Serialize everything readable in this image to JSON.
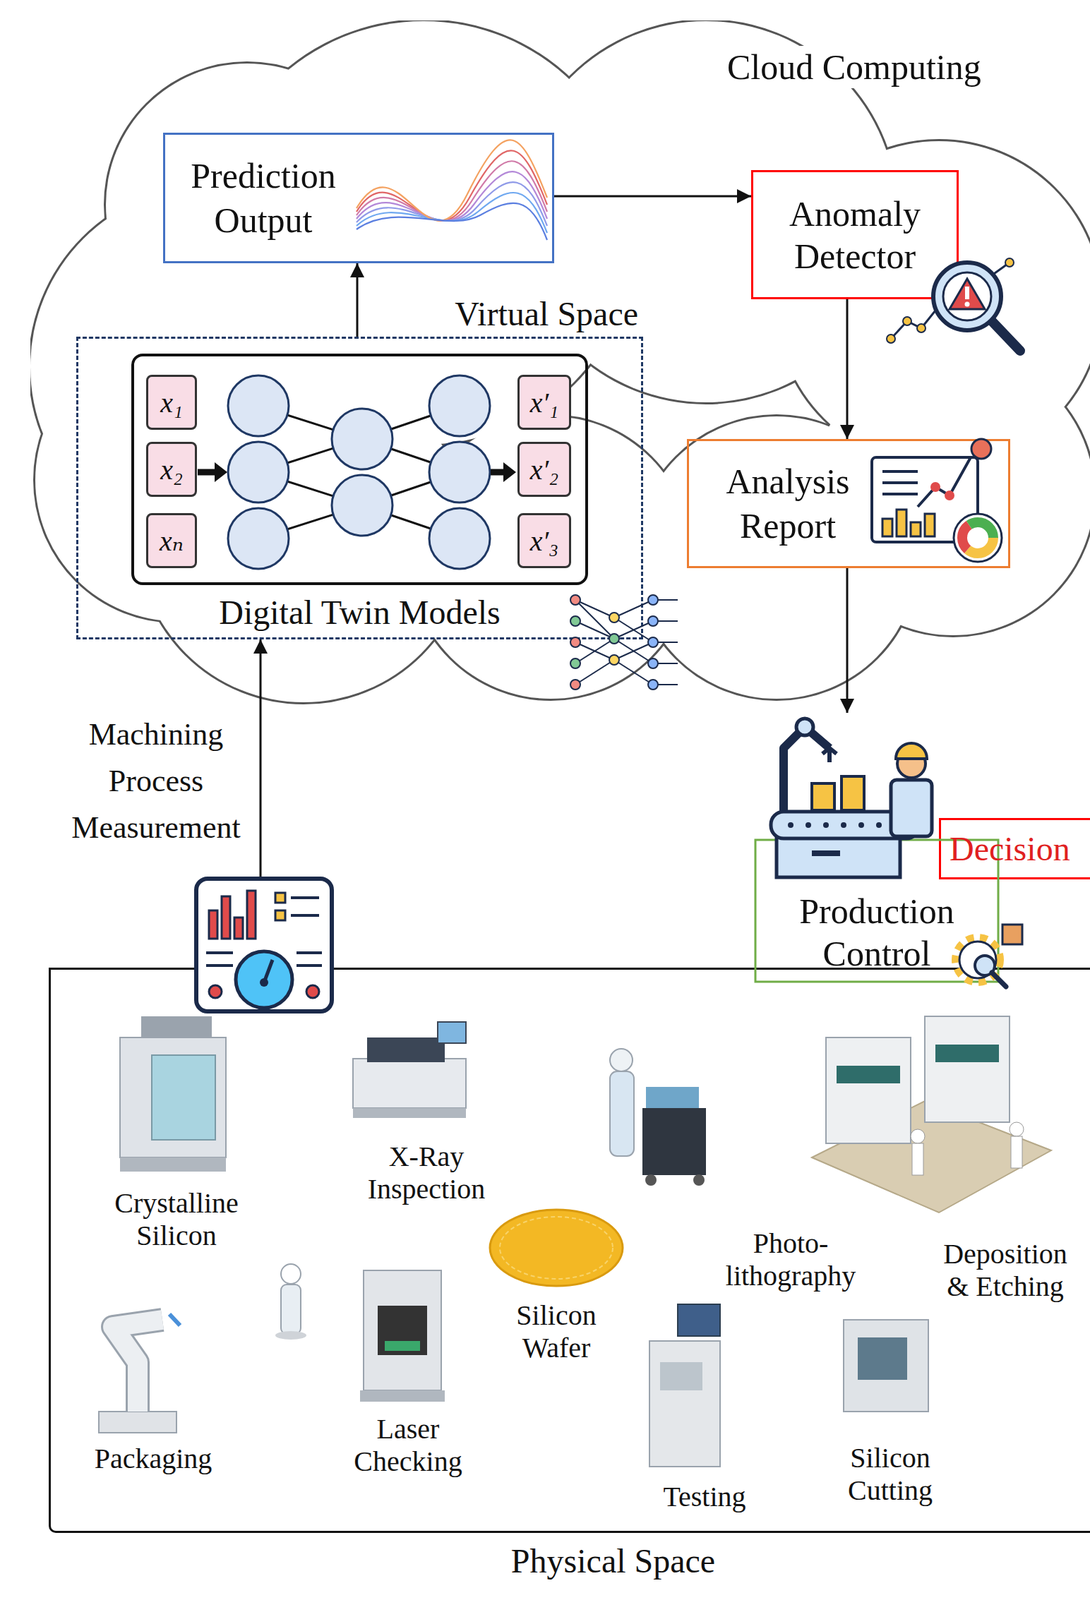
{
  "diagram": {
    "nodes": [
      {
        "text": [
          "Cloud Computing"
        ]
      },
      {
        "text": [
          "Prediction Output"
        ],
        "in": 0
      },
      {
        "text": [
          "Anomaly Detector"
        ],
        "in": 0
      },
      {
        "text": [
          "Virtual Space",
          "Digital Twin Models"
        ],
        "in": 0
      },
      {
        "text": [
          "x₁"
        ],
        "in": 3
      },
      {
        "text": [
          "x₂"
        ],
        "in": 3
      },
      {
        "text": [
          "xₙ"
        ],
        "in": 3
      },
      {
        "text": [
          "x′₁"
        ],
        "in": 3
      },
      {
        "text": [
          "x′₂"
        ],
        "in": 3
      },
      {
        "text": [
          "x′₃"
        ],
        "in": 3
      },
      {
        "text": [
          "Analysis Report"
        ],
        "in": 0
      },
      {
        "text": [
          "Decision"
        ]
      },
      {
        "text": [
          "Production Control"
        ]
      },
      {
        "text": [
          "Physical Space"
        ]
      }
    ],
    "edges": [
      {
        "from": 13,
        "to": 3,
        "arrow": "to",
        "label": "Machining Process Measurement"
      },
      {
        "from": 3,
        "to": 1,
        "arrow": "to"
      },
      {
        "from": 1,
        "to": 2,
        "arrow": "to"
      },
      {
        "from": 2,
        "to": 10,
        "arrow": "to"
      },
      {
        "from": 10,
        "to": 12,
        "arrow": "to"
      }
    ],
    "labels": [
      "Crystalline Silicon",
      "X-Ray Inspection",
      "Silicon Wafer",
      "Photo- lithography",
      "Deposition & Etching",
      "Packaging",
      "Laser Checking",
      "Testing",
      "Silicon Cutting"
    ]
  }
}
